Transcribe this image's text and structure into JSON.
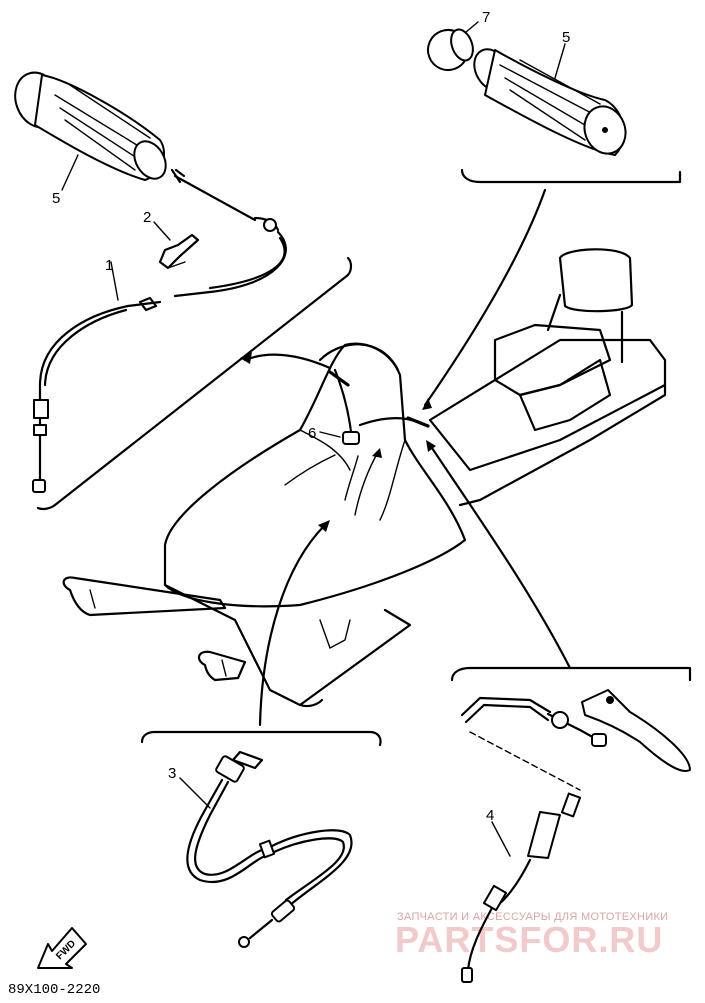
{
  "callouts": {
    "c1": "1",
    "c2": "2",
    "c3": "3",
    "c4": "4",
    "c5_left": "5",
    "c5_right": "5",
    "c6": "6",
    "c7": "7"
  },
  "diagram_code": "89X100-2220",
  "fwd_label": "FWD",
  "watermark": {
    "tagline": "ЗАПЧАСТИ И АКСЕССУАРЫ ДЛЯ МОТОТЕХНИКИ",
    "brand": "PARTSFOR.RU"
  }
}
